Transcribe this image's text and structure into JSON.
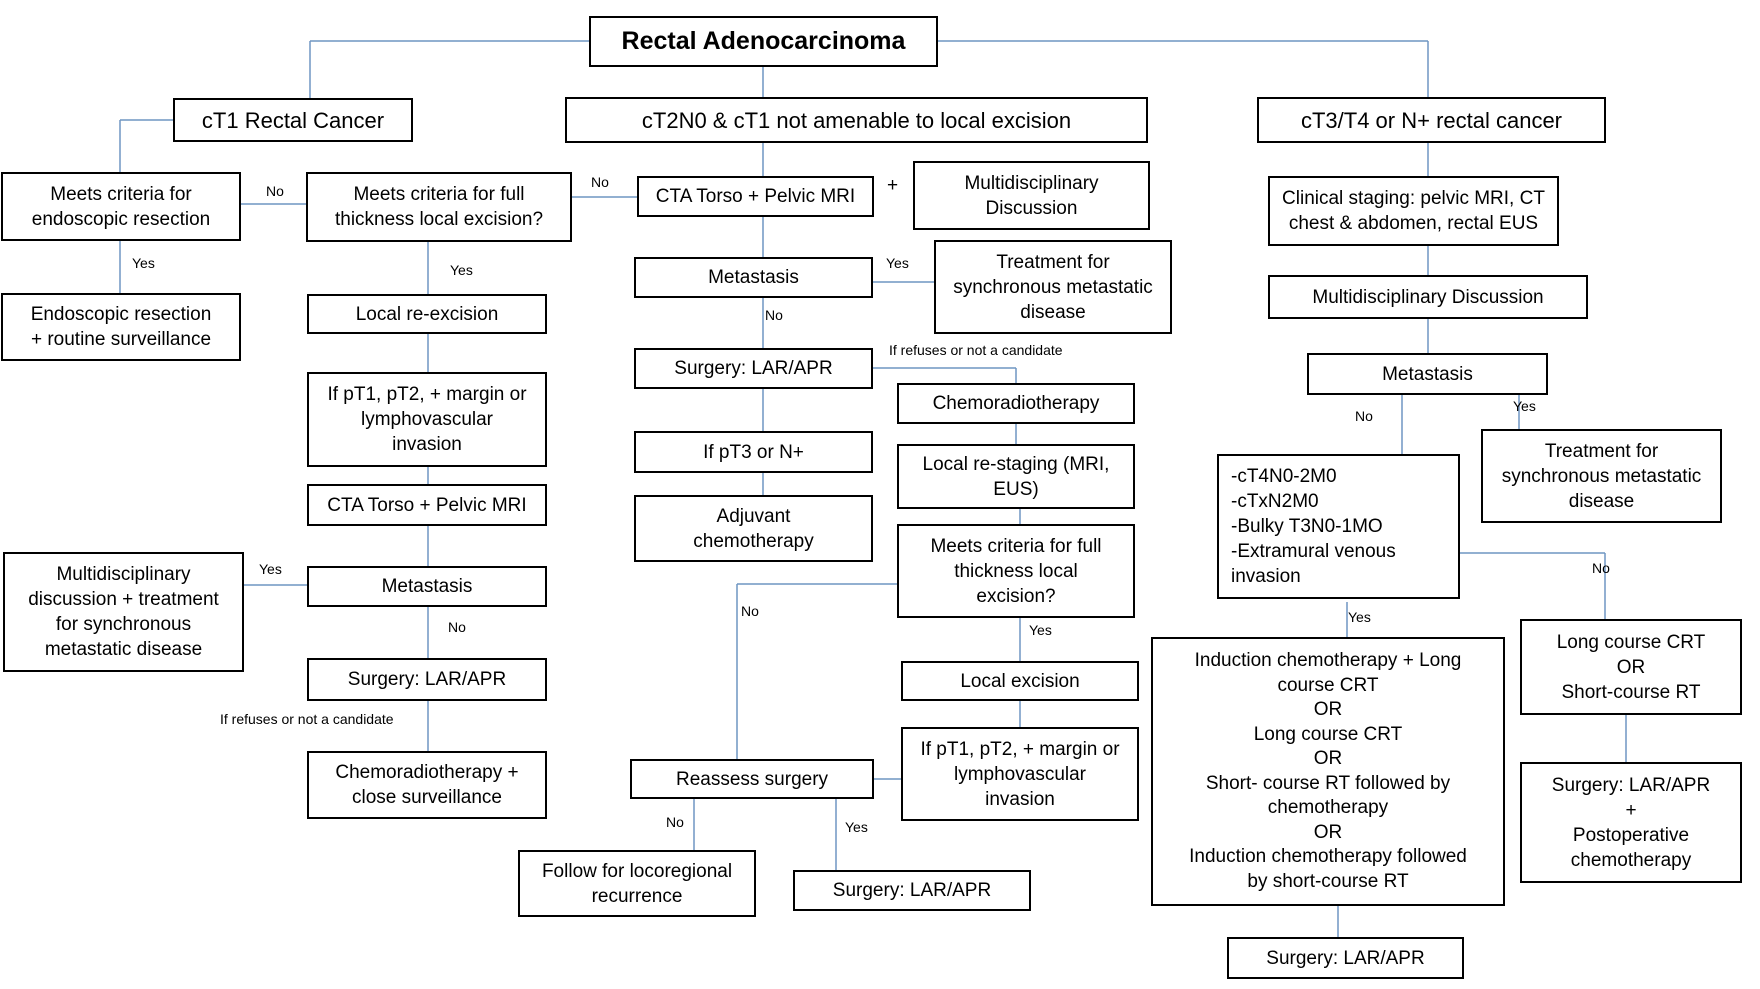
{
  "nodes": {
    "root": "Rectal Adenocarcinoma",
    "ct1": "cT1 Rectal Cancer",
    "ct2": "cT2N0 & cT1 not amenable to local excision",
    "ct3": "cT3/T4 or N+ rectal cancer",
    "endo_criteria": "Meets criteria for\nendoscopic resection",
    "endo_resection": "Endoscopic resection\n+ routine surveillance",
    "full_thickness": "Meets criteria for full\nthickness local excision?",
    "local_reexcision": "Local re-excision",
    "pt1_margin_left": "If pT1, pT2, + margin or\nlymphovascular\ninvasion",
    "cta_left": "CTA Torso + Pelvic MRI",
    "metastasis_left": "Metastasis",
    "mdt_left": "Multidisciplinary\ndiscussion + treatment\nfor synchronous\nmetastatic disease",
    "surgery_left": "Surgery: LAR/APR",
    "chemorad_close": "Chemoradiotherapy +\nclose surveillance",
    "cta_center": "CTA Torso + Pelvic MRI",
    "plus_sign": "+",
    "mdt_center": "Multidisciplinary\nDiscussion",
    "metastasis_center": "Metastasis",
    "treat_sync_center": "Treatment for\nsynchronous metastatic\ndisease",
    "surgery_center": "Surgery: LAR/APR",
    "if_pt3": "If pT3 or N+",
    "adjuvant": "Adjuvant\nchemotherapy",
    "chemorad_center": "Chemoradiotherapy",
    "restaging": "Local re-staging (MRI,\nEUS)",
    "full_thickness_center": "Meets criteria for full\nthickness local\nexcision?",
    "local_excision": "Local excision",
    "pt1_margin_center": "If pT1, pT2, + margin or\nlymphovascular\ninvasion",
    "reassess": "Reassess surgery",
    "follow_up": "Follow for locoregional\nrecurrence",
    "surgery_reassess": "Surgery: LAR/APR",
    "clinical_staging": "Clinical staging: pelvic MRI, CT\nchest & abdomen, rectal EUS",
    "mdt_right": "Multidisciplinary Discussion",
    "metastasis_right": "Metastasis",
    "treat_sync_right": "Treatment for\nsynchronous metastatic\ndisease",
    "criteria_list": "-cT4N0-2M0\n-cTxN2M0\n-Bulky T3N0-1MO\n-Extramural venous\ninvasion",
    "induction_options": "Induction chemotherapy + Long\ncourse CRT\nOR\nLong course CRT\nOR\nShort- course RT followed by\nchemotherapy\nOR\nInduction chemotherapy followed\nby short-course RT",
    "long_course": "Long course CRT\nOR\nShort-course RT",
    "surgery_postop": "Surgery: LAR/APR\n+\nPostoperative\nchemotherapy",
    "surgery_right": "Surgery: LAR/APR"
  },
  "labels": {
    "no": "No",
    "yes": "Yes",
    "refuses": "If refuses or not a candidate"
  },
  "colors": {
    "connector": "#6f95c2",
    "box_border": "#000000",
    "background": "#ffffff"
  }
}
